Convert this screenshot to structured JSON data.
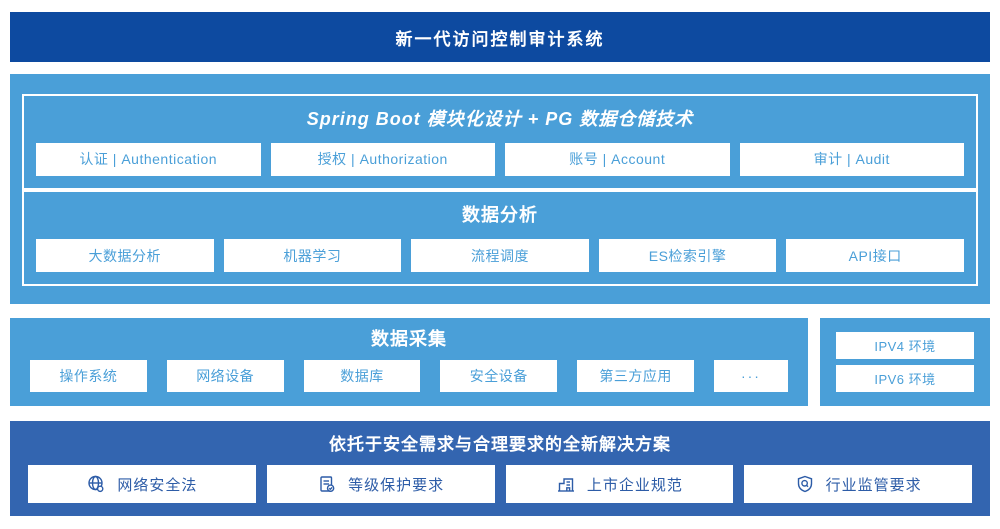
{
  "colors": {
    "header_blue": "#0d4aa0",
    "panel_blue": "#4a9fd8",
    "solution_blue": "#3365b0",
    "box_text_light": "#4a9fd8",
    "box_text_dark": "#2d5ca7"
  },
  "header": {
    "title": "新一代访问控制审计系统"
  },
  "platform": {
    "title": "Spring Boot 模块化设计 + PG 数据仓储技术",
    "modules": [
      "认证 | Authentication",
      "授权 | Authorization",
      "账号 | Account",
      "审计 | Audit"
    ]
  },
  "analysis": {
    "title": "数据分析",
    "modules": [
      "大数据分析",
      "机器学习",
      "流程调度",
      "ES检索引擎",
      "API接口"
    ]
  },
  "collection": {
    "title": "数据采集",
    "sources": [
      "操作系统",
      "网络设备",
      "数据库",
      "安全设备",
      "第三方应用"
    ],
    "more": "···"
  },
  "environments": {
    "items": [
      "IPV4 环境",
      "IPV6 环境"
    ]
  },
  "solution": {
    "title": "依托于安全需求与合理要求的全新解决方案",
    "items": [
      {
        "icon": "globe-icon",
        "label": "网络安全法"
      },
      {
        "icon": "document-check-icon",
        "label": "等级保护要求"
      },
      {
        "icon": "building-icon",
        "label": "上市企业规范"
      },
      {
        "icon": "shield-search-icon",
        "label": "行业监管要求"
      }
    ]
  }
}
